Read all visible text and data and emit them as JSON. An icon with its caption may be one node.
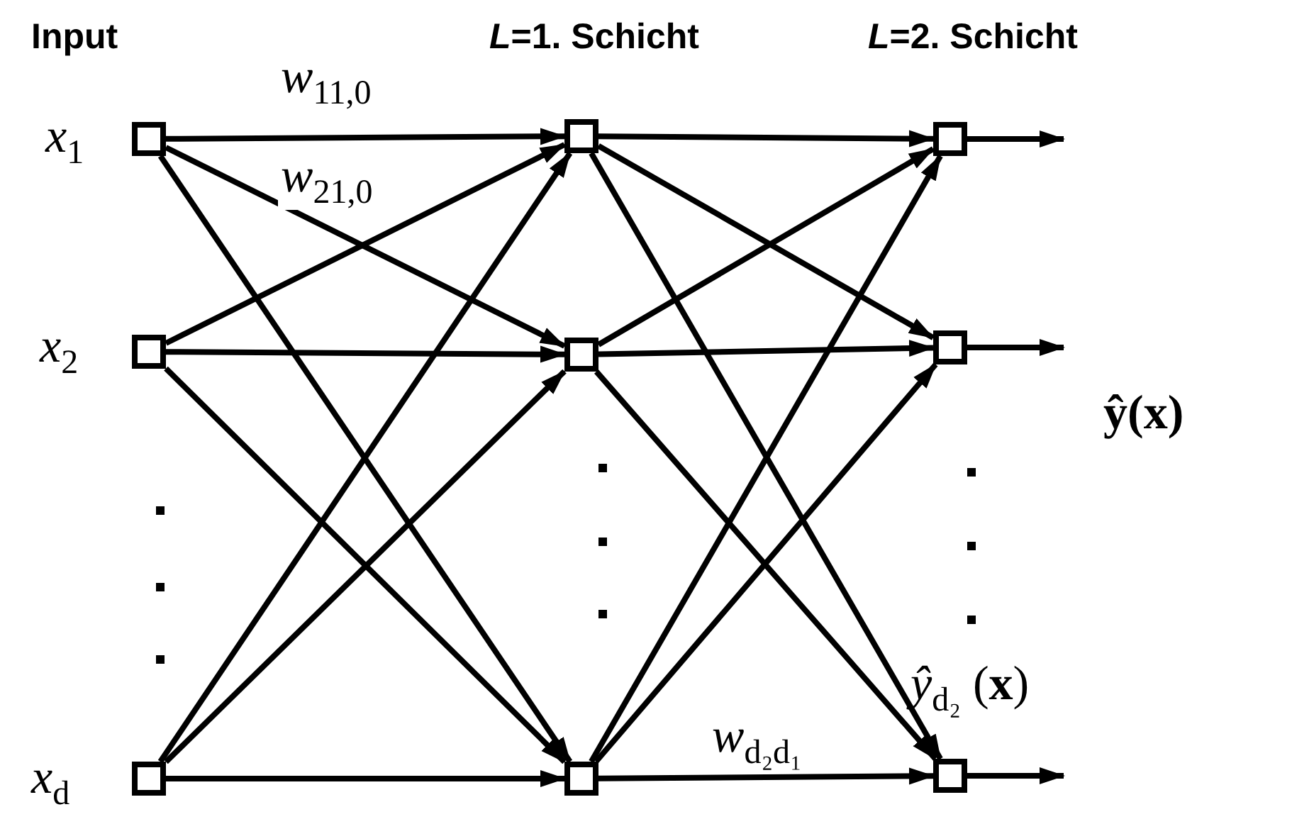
{
  "diagram": {
    "nodes": [
      {
        "text": [],
        "shape": "box",
        "beside": [
          "*x*$_{1}$"
        ]
      },
      {
        "text": [],
        "shape": "box",
        "beside": [
          "*x*$_{2}$"
        ]
      },
      {
        "text": [],
        "shape": "box",
        "beside": [
          "*x*$_{d}$"
        ]
      },
      {
        "text": [],
        "shape": "box"
      },
      {
        "text": [],
        "shape": "box"
      },
      {
        "text": [],
        "shape": "box"
      },
      {
        "text": [],
        "shape": "box"
      },
      {
        "text": [],
        "shape": "box"
      },
      {
        "text": [],
        "shape": "box",
        "beside": [
          "*ŷ*$_{d₂}$ (**x**)"
        ]
      }
    ],
    "edges": [
      {
        "from": 0,
        "to": 3,
        "arrow": "to",
        "label": "*w*$_{11,0}$"
      },
      {
        "from": 0,
        "to": 4,
        "arrow": "to",
        "label": "*w*$_{21,0}$"
      },
      {
        "from": 0,
        "to": 5,
        "arrow": "to"
      },
      {
        "from": 1,
        "to": 3,
        "arrow": "to"
      },
      {
        "from": 1,
        "to": 4,
        "arrow": "to"
      },
      {
        "from": 1,
        "to": 5,
        "arrow": "to"
      },
      {
        "from": 2,
        "to": 3,
        "arrow": "to"
      },
      {
        "from": 2,
        "to": 4,
        "arrow": "to"
      },
      {
        "from": 2,
        "to": 5,
        "arrow": "to"
      },
      {
        "from": 3,
        "to": 6,
        "arrow": "to"
      },
      {
        "from": 3,
        "to": 7,
        "arrow": "to"
      },
      {
        "from": 3,
        "to": 8,
        "arrow": "to"
      },
      {
        "from": 4,
        "to": 6,
        "arrow": "to"
      },
      {
        "from": 4,
        "to": 7,
        "arrow": "to"
      },
      {
        "from": 4,
        "to": 8,
        "arrow": "to"
      },
      {
        "from": 5,
        "to": 6,
        "arrow": "to"
      },
      {
        "from": 5,
        "to": 7,
        "arrow": "to"
      },
      {
        "from": 5,
        "to": 8,
        "arrow": "to",
        "label": "*w*$_{d₂d₁}$"
      },
      {
        "from": 6,
        "to": null,
        "arrow": "to"
      },
      {
        "from": 7,
        "to": null,
        "arrow": "to"
      },
      {
        "from": 8,
        "to": null,
        "arrow": "to"
      }
    ],
    "labels": [
      "Input",
      "*L*=1. Schicht",
      "*L*=2. Schicht",
      "**ŷ**(**x**)"
    ]
  }
}
